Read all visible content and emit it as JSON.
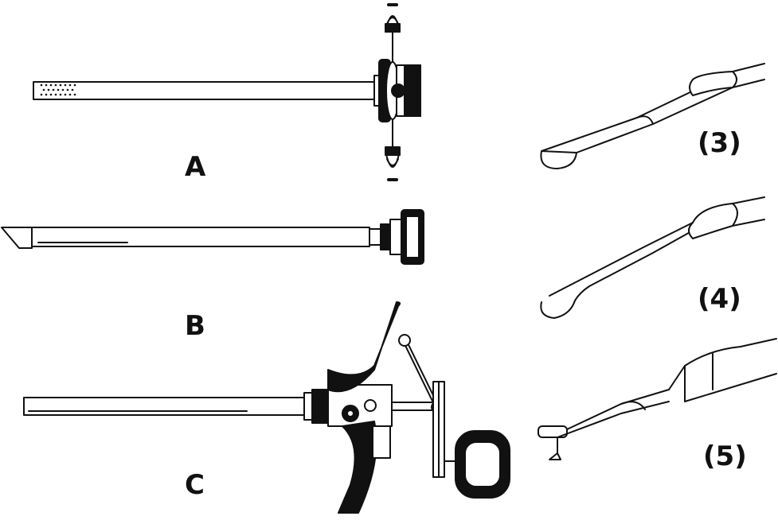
{
  "labels": {
    "A": "A",
    "B": "B",
    "C": "C",
    "three": "(3)",
    "four": "(4)",
    "five": "(5)"
  },
  "colors": {
    "ink": "#111111",
    "paper": "#ffffff"
  }
}
